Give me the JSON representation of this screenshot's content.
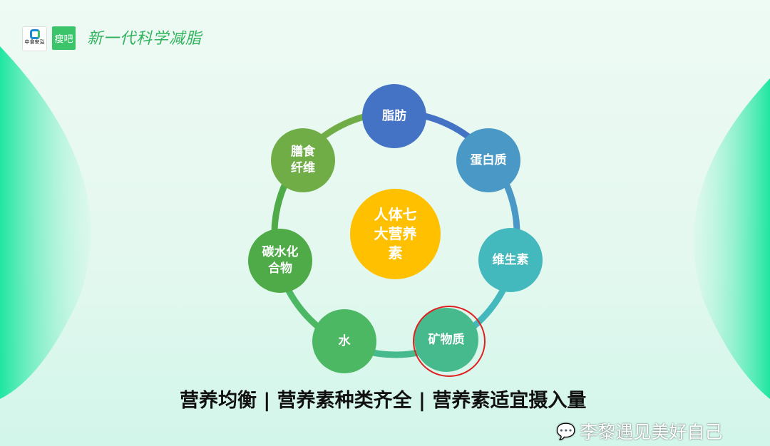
{
  "brand": {
    "logo1_text": "中食安泓",
    "logo2_text": "瘦吧",
    "slogan": "新一代科学减脂"
  },
  "center": {
    "label": "人体七\n大营养\n素",
    "color": "#ffc000"
  },
  "nodes": [
    {
      "label": "脂肪",
      "color": "#4472c4"
    },
    {
      "label": "蛋白质",
      "color": "#4a98c6"
    },
    {
      "label": "维生素",
      "color": "#43b9bd"
    },
    {
      "label": "矿物质",
      "color": "#46ba8c",
      "highlighted": true
    },
    {
      "label": "水",
      "color": "#4cb864"
    },
    {
      "label": "碳水化\n合物",
      "color": "#4fab48"
    },
    {
      "label": "膳食\n纤维",
      "color": "#70ad47"
    }
  ],
  "footer": {
    "text": "营养均衡 | 营养素种类齐全 | 营养素适宜摄入量"
  },
  "watermark": {
    "text": "李黎遇见美好自己"
  },
  "highlight_color": "#e02020"
}
